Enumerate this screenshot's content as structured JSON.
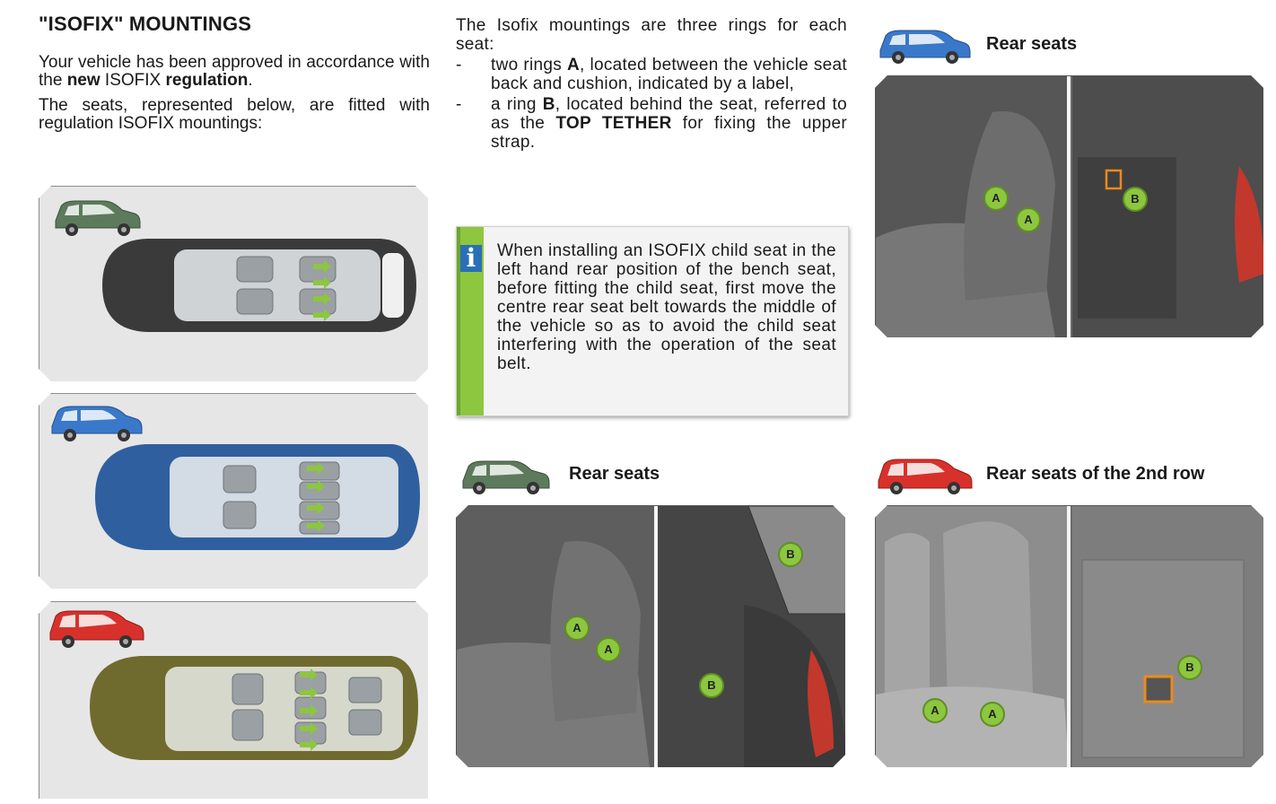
{
  "header": {
    "title": "\"ISOFIX\" MOUNTINGS"
  },
  "intro": {
    "p1_before": "Your vehicle has been approved in accordance with the ",
    "p1_bold1": "new",
    "p1_mid": " ISOFIX ",
    "p1_bold2": "regulation",
    "p1_end": ".",
    "p2": "The seats, represented below, are fitted with regulation ISOFIX mountings:"
  },
  "mountings": {
    "lead": "The Isofix mountings are three rings for each seat:",
    "item1_before": "two rings ",
    "item1_bold": "A",
    "item1_after": ", located between the vehicle seat back and cushion, indicated by a label,",
    "item2_before": "a ring ",
    "item2_bold": "B",
    "item2_mid": ", located behind the seat, referred to as the ",
    "item2_bold2": "TOP TETHER",
    "item2_after": " for fixing the upper strap.",
    "dash": "-"
  },
  "info": {
    "icon": "i",
    "text": "When installing an ISOFIX child seat in the left hand rear position of the bench seat, before fitting the child seat, first move the centre rear seat belt towards the middle of the vehicle so as to avoid the child seat interfering with the operation of the seat belt."
  },
  "sections": {
    "blue_title": "Rear seats",
    "green_title": "Rear seats",
    "red_title": "Rear seats of the 2nd row"
  },
  "labels": {
    "a": "A",
    "b": "B"
  },
  "colors": {
    "green_car": "#5d7a5c",
    "blue_car": "#3a78c9",
    "red_car": "#d8312b",
    "olive_car": "#7a7a3a",
    "accent_green": "#8dc63f",
    "info_blue": "#2a6fb5"
  }
}
